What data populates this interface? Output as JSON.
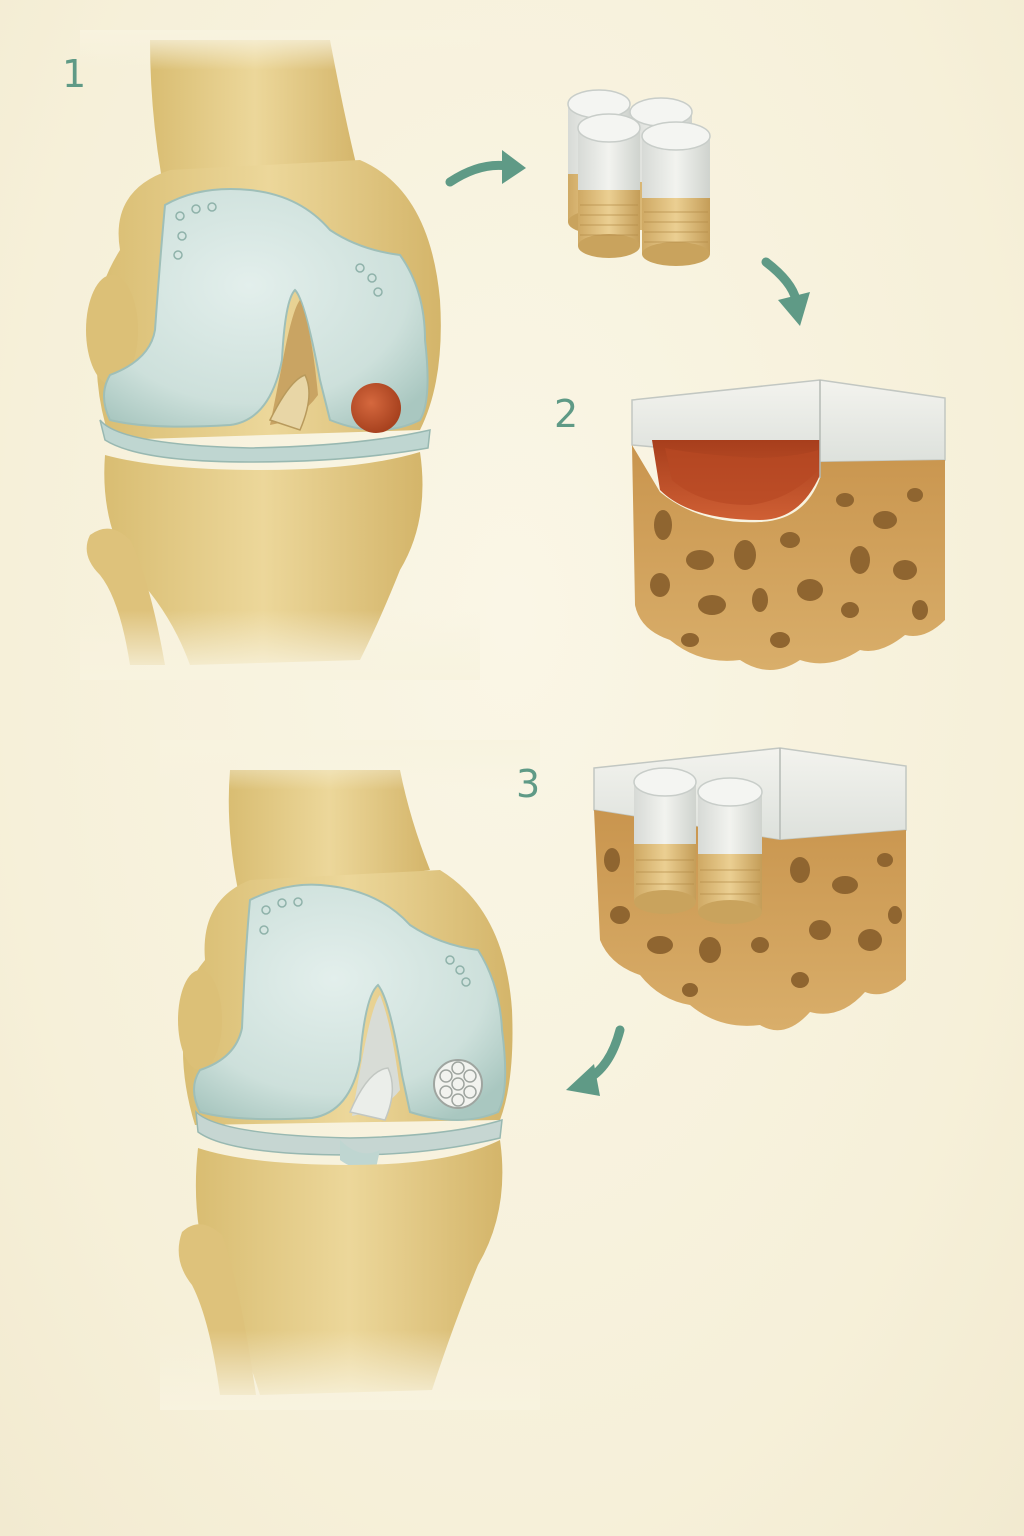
{
  "steps": [
    {
      "label": "1"
    },
    {
      "label": "2"
    },
    {
      "label": "3"
    }
  ],
  "colors": {
    "background": "#f8f3df",
    "bone": "#e3cc85",
    "bone_shadow": "#c9a95e",
    "cartilage": "#cfe0dc",
    "cartilage_shadow": "#a9c6c0",
    "defect": "#c0532e",
    "spongy_bone": "#c89a54",
    "spongy_dark": "#8f6530",
    "cap": "#e9ece8",
    "arrow": "#5f9a86",
    "label": "#5f9a86"
  },
  "icons": {
    "arrow": "curved-arrow-icon"
  }
}
